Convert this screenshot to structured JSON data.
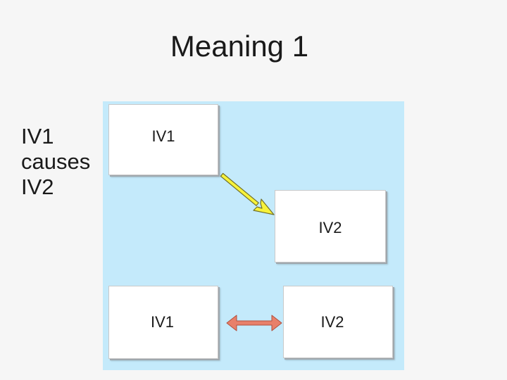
{
  "title": "Meaning 1",
  "side_text": {
    "line1": "IV1",
    "line2": "causes",
    "line3": "IV2"
  },
  "diagram": {
    "box_top_left": "IV1",
    "box_top_right": "IV2",
    "box_bottom_left": "IV1",
    "box_bottom_right": "IV2"
  },
  "colors": {
    "background": "#f6f6f6",
    "panel": "#c4eafb",
    "causal_arrow": "#f7f23a",
    "bidirectional_arrow": "#e8806a"
  }
}
